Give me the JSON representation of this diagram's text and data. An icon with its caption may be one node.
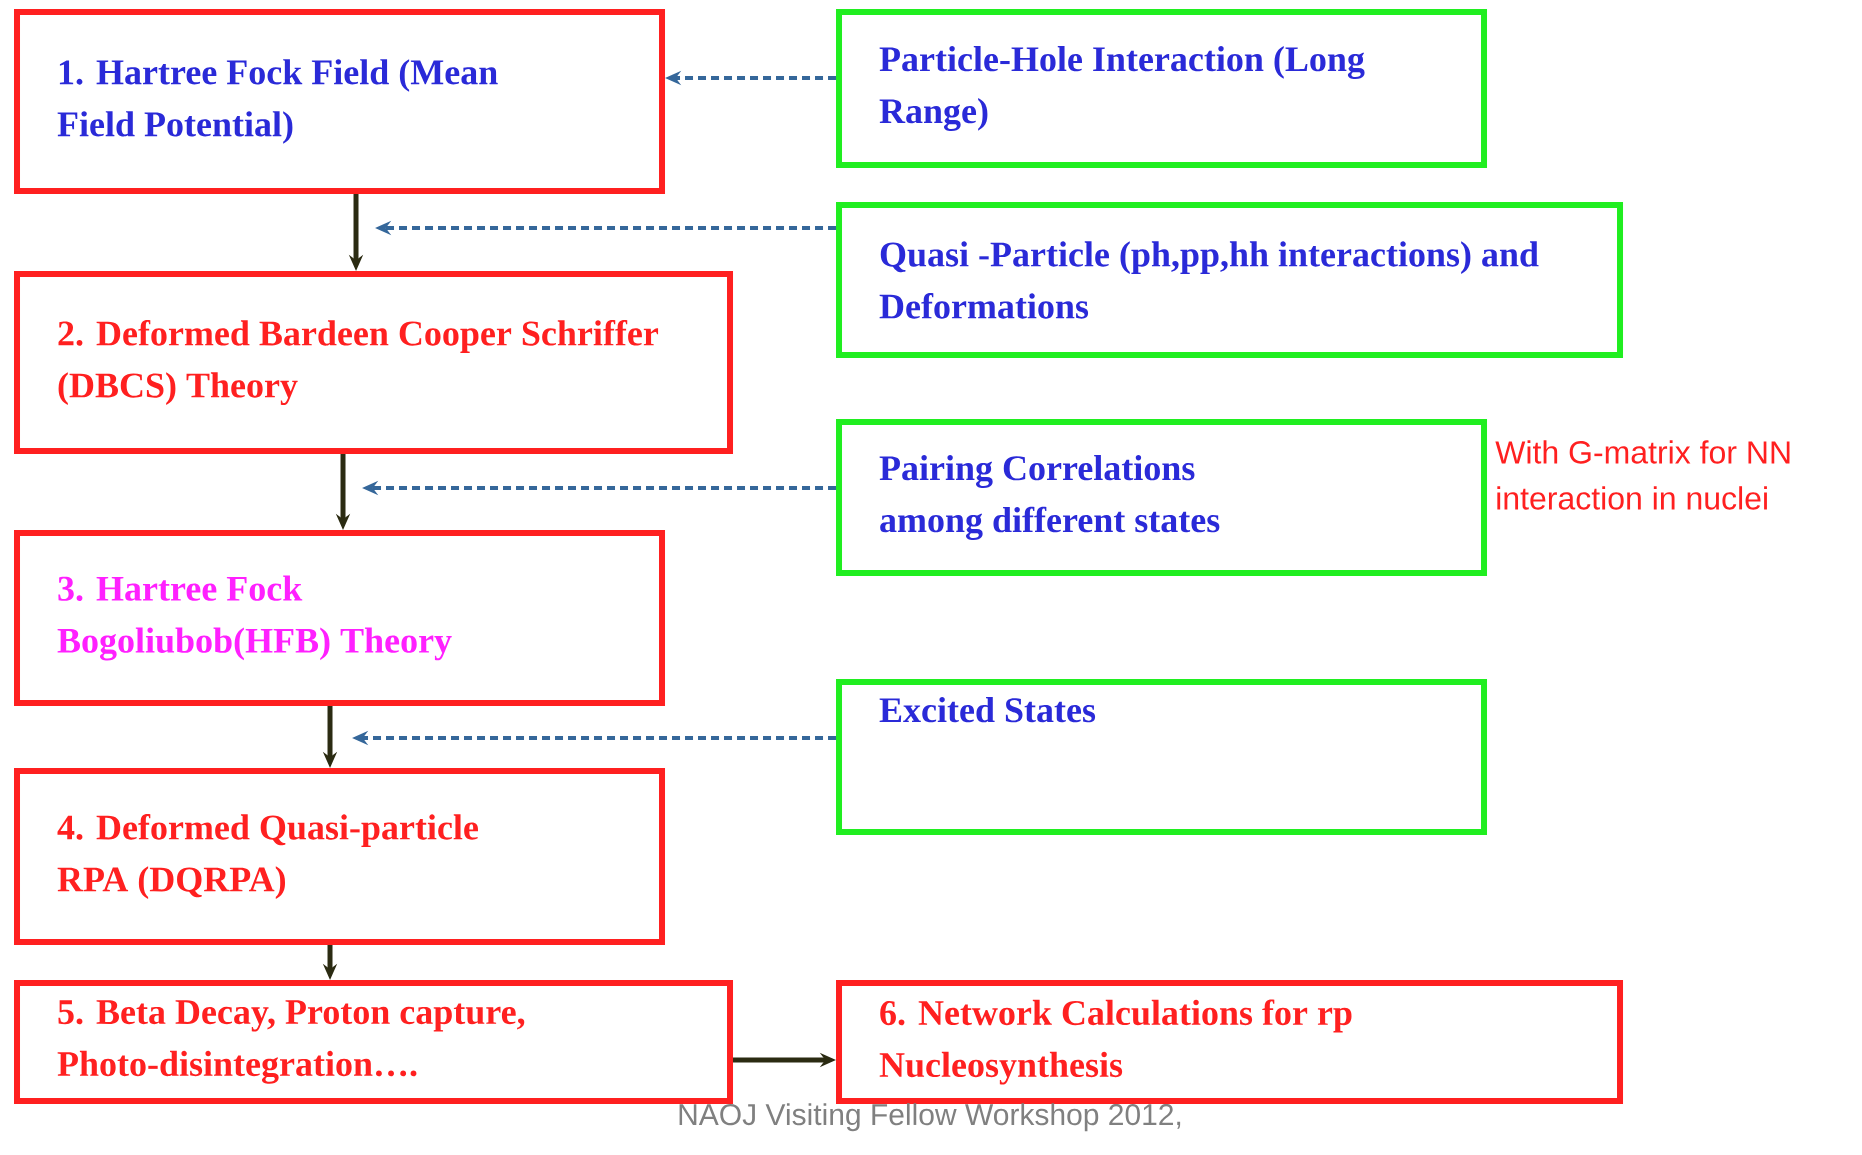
{
  "diagram": {
    "nodes": [
      {
        "text": [
          "1. Hartree Fock Field (Mean Field Potential)"
        ]
      },
      {
        "text": [
          "2. Deformed Bardeen Cooper Schriffer (DBCS) Theory"
        ]
      },
      {
        "text": [
          "3. Hartree Fock Bogoliubob(HFB) Theory"
        ]
      },
      {
        "text": [
          "4. Deformed Quasi-particle RPA (DQRPA)"
        ]
      },
      {
        "text": [
          "5. Beta Decay, Proton capture, Photo-disintegration…."
        ]
      },
      {
        "text": [
          "6. Network Calculations for rp Nucleosynthesis"
        ]
      },
      {
        "text": [
          "Particle-Hole Interaction (Long Range)"
        ]
      },
      {
        "text": [
          "Quasi -Particle (ph,pp,hh interactions) and Deformations"
        ]
      },
      {
        "text": [
          "Pairing Correlations among different states"
        ]
      },
      {
        "text": [
          "Excited States"
        ]
      }
    ],
    "edges": [
      {
        "from": 6,
        "to": 0,
        "arrow": "to",
        "style": "dashed",
        "color": "#35679a"
      },
      {
        "from": 0,
        "to": 1,
        "arrow": "to"
      },
      {
        "from": 1,
        "to": 2,
        "arrow": "to"
      },
      {
        "from": 2,
        "to": 3,
        "arrow": "to"
      },
      {
        "from": 3,
        "to": 4,
        "arrow": "to"
      },
      {
        "from": 4,
        "to": 5,
        "arrow": "to"
      },
      {
        "from": 7,
        "to": null,
        "arrow": "to",
        "style": "dashed",
        "color": "#35679a"
      },
      {
        "from": 8,
        "to": null,
        "arrow": "to",
        "style": "dashed",
        "color": "#35679a"
      },
      {
        "from": 9,
        "to": null,
        "arrow": "to",
        "style": "dashed",
        "color": "#35679a"
      }
    ],
    "labels": [
      "With G-matrix for NN interaction in nuclei",
      "NAOJ Visiting Fellow Workshop 2012,"
    ]
  }
}
